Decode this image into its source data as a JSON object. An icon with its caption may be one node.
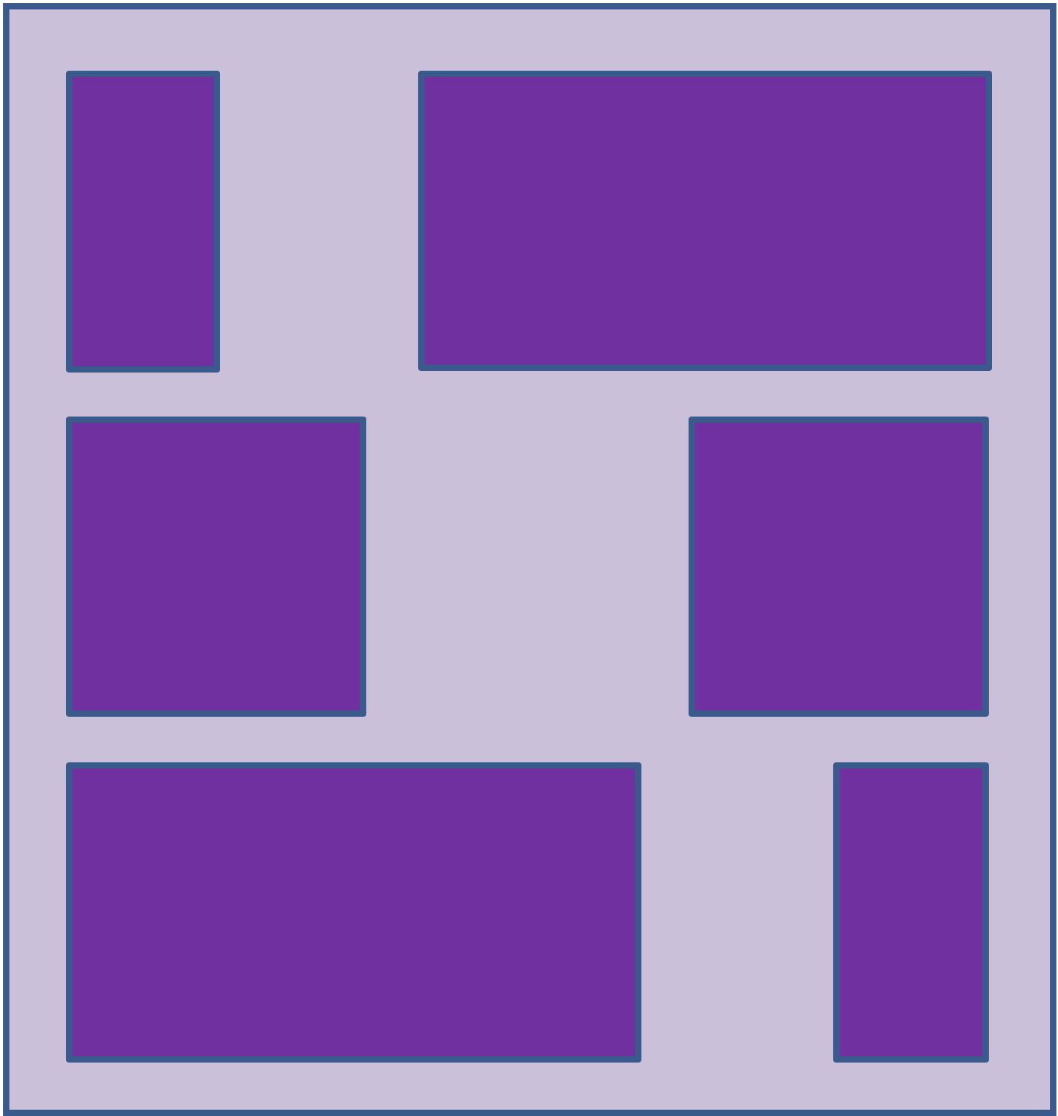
{
  "diagram": {
    "nodes": [
      {
        "text": [],
        "shape": "box"
      },
      {
        "text": [],
        "shape": "box",
        "in": 0
      },
      {
        "text": [],
        "shape": "box",
        "in": 0
      },
      {
        "text": [],
        "shape": "box",
        "in": 0
      },
      {
        "text": [],
        "shape": "box",
        "in": 0
      },
      {
        "text": [],
        "shape": "box",
        "in": 0
      },
      {
        "text": [],
        "shape": "box",
        "in": 0
      }
    ]
  }
}
